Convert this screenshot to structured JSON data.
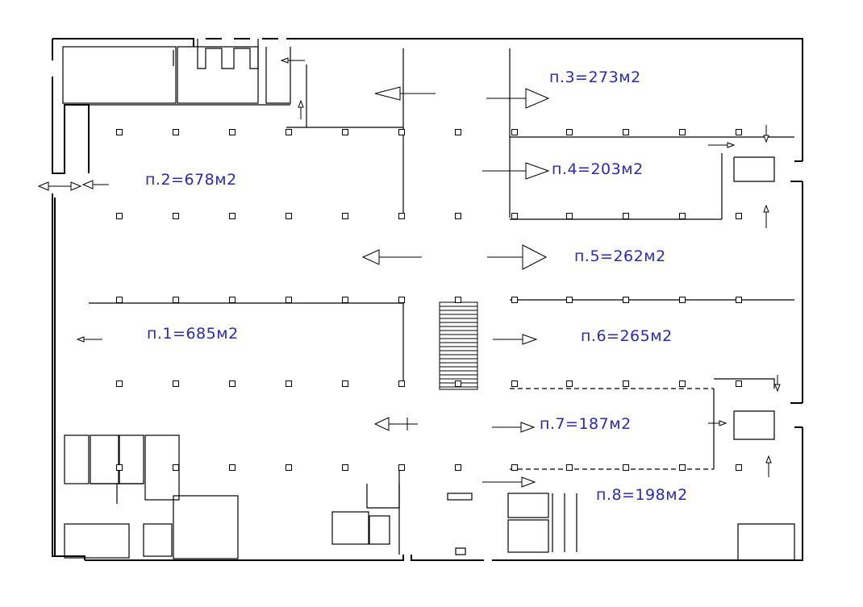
{
  "zones": [
    {
      "id": "zone-1",
      "label": "п.1=685м2"
    },
    {
      "id": "zone-2",
      "label": "п.2=678м2"
    },
    {
      "id": "zone-3",
      "label": "п.3=273м2"
    },
    {
      "id": "zone-4",
      "label": "п.4=203м2"
    },
    {
      "id": "zone-5",
      "label": "п.5=262м2"
    },
    {
      "id": "zone-6",
      "label": "п.6=265м2"
    },
    {
      "id": "zone-7",
      "label": "п.7=187м2"
    },
    {
      "id": "zone-8",
      "label": "п.8=198м2"
    }
  ],
  "colors": {
    "label": "#2a2ab4",
    "line": "#000000",
    "background": "#ffffff"
  }
}
